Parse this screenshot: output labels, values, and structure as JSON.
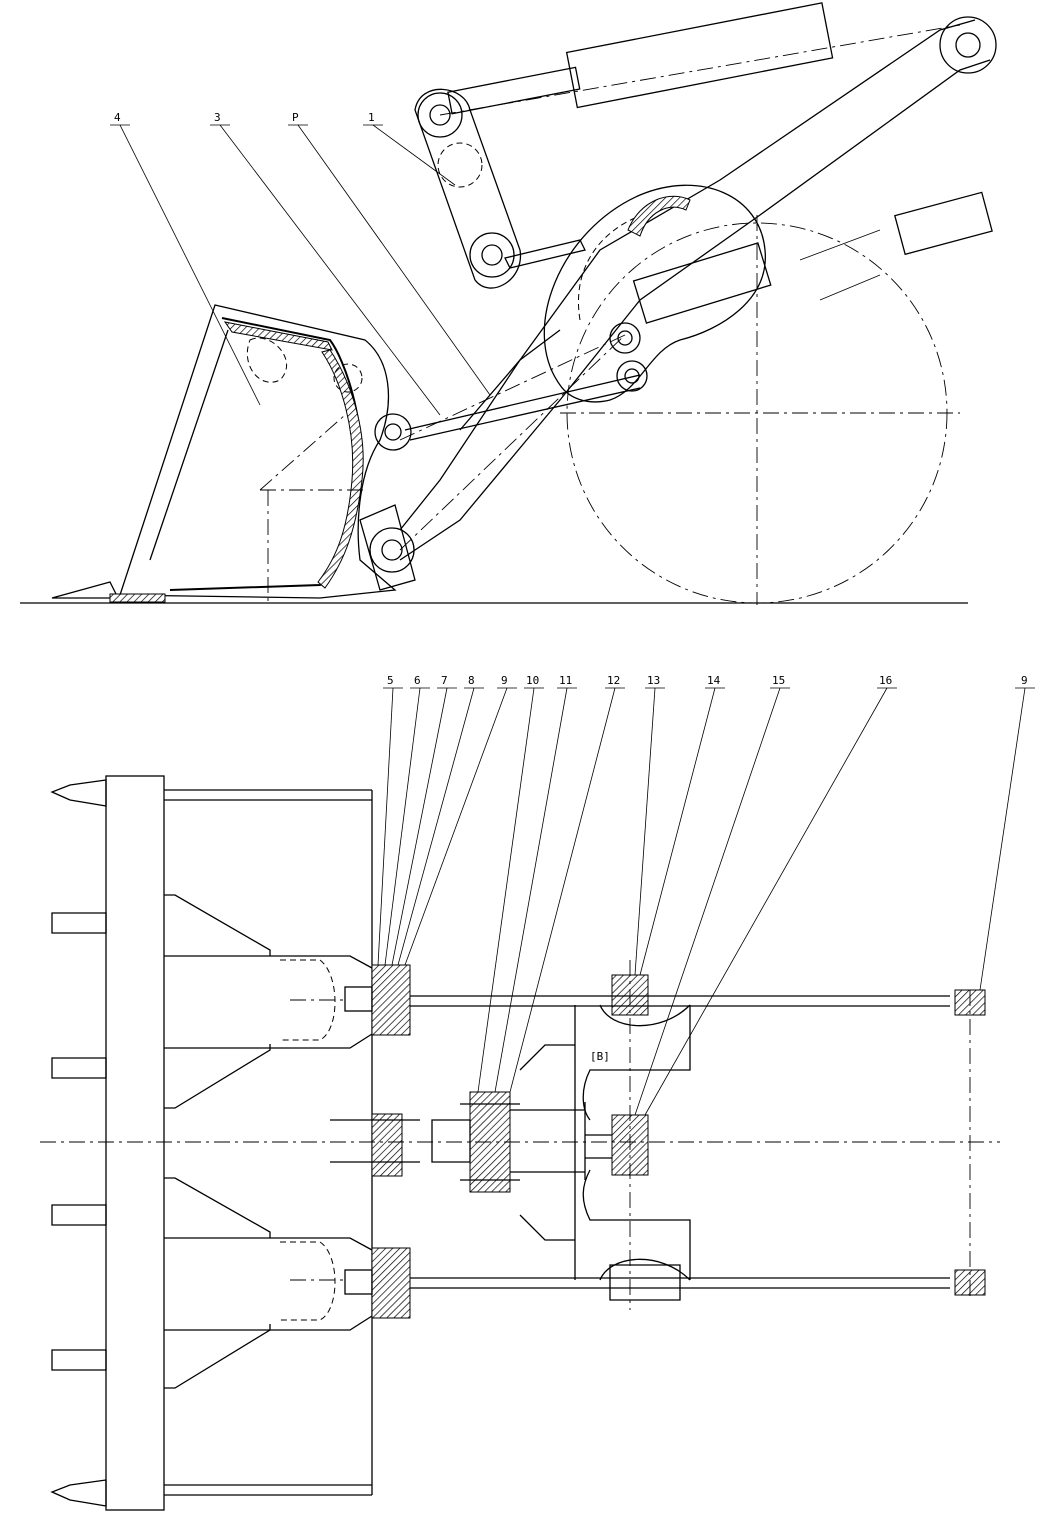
{
  "side_view_labels": [
    "4",
    "3",
    "P",
    "1"
  ],
  "plan_view_labels": [
    "5",
    "6",
    "7",
    "8",
    "9",
    "10",
    "11",
    "12",
    "13",
    "14",
    "15",
    "16",
    "9"
  ],
  "plan_view_mark": "[B]"
}
